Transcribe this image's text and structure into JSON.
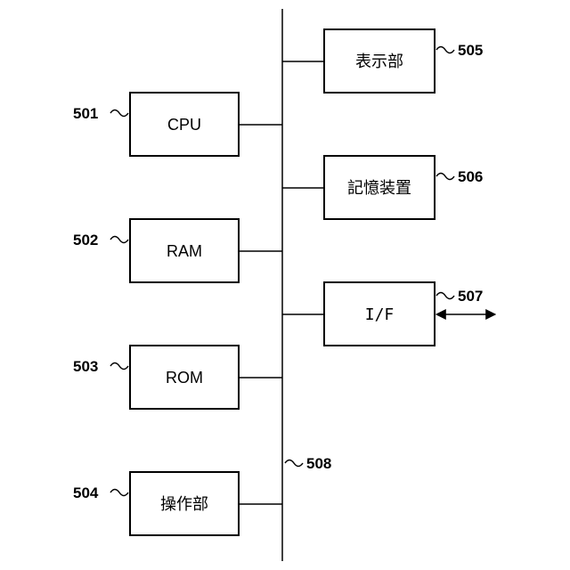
{
  "diagram": {
    "bus_ref": "508",
    "left_blocks": [
      {
        "label": "CPU",
        "ref": "501"
      },
      {
        "label": "RAM",
        "ref": "502"
      },
      {
        "label": "ROM",
        "ref": "503"
      },
      {
        "label": "操作部",
        "ref": "504"
      }
    ],
    "right_blocks": [
      {
        "label": "表示部",
        "ref": "505"
      },
      {
        "label": "記憶装置",
        "ref": "506"
      },
      {
        "label": "I/F",
        "ref": "507"
      }
    ]
  }
}
